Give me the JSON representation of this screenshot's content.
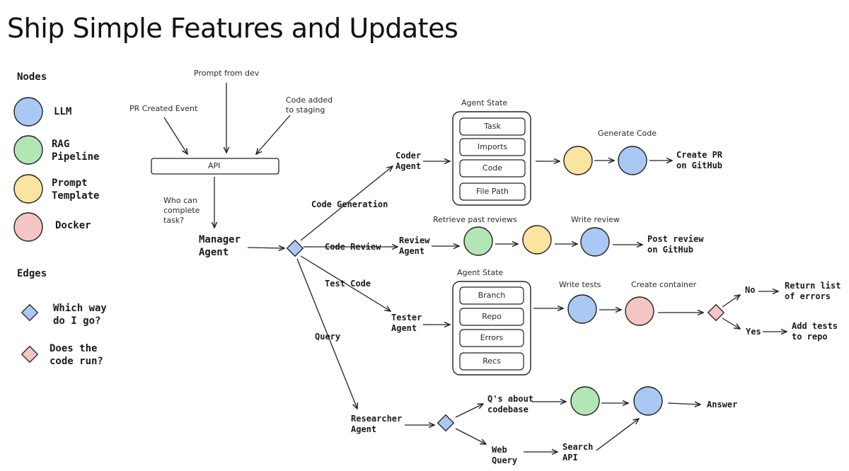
{
  "title": "Ship Simple Features and Updates",
  "colors": {
    "llm": "#a9c8f3",
    "rag": "#b3e6b5",
    "prompt": "#fbe3a0",
    "docker": "#f5c5c4",
    "decision": "#a9c8f3",
    "code_run": "#f5c5c4",
    "stroke": "#222222"
  },
  "legend": {
    "nodes_heading": "Nodes",
    "nodes": [
      {
        "label": "LLM",
        "type": "llm"
      },
      {
        "label": "RAG\nPipeline",
        "type": "rag"
      },
      {
        "label": "Prompt\nTemplate",
        "type": "prompt"
      },
      {
        "label": "Docker",
        "type": "docker"
      }
    ],
    "edges_heading": "Edges",
    "edges": [
      {
        "label": "Which way\ndo I go?",
        "type": "decision"
      },
      {
        "label": "Does the\ncode run?",
        "type": "code_run"
      }
    ]
  },
  "inputs": {
    "pr_created": "PR Created Event",
    "prompt_from_dev": "Prompt from dev",
    "code_added": "Code added\nto staging",
    "api": "API",
    "who_can": "Who can\ncomplete\ntask?"
  },
  "manager": "Manager\nAgent",
  "routes": {
    "code_generation": "Code Generation",
    "code_review": "Code Review",
    "test_code": "Test Code",
    "query": "Query"
  },
  "coder": {
    "agent": "Coder\nAgent",
    "state_title": "Agent State",
    "state_items": [
      "Task",
      "Imports",
      "Code",
      "File Path"
    ],
    "step_label": "Generate Code",
    "output": "Create PR\non GitHub"
  },
  "review": {
    "agent": "Review\nAgent",
    "retrieve_label": "Retrieve past reviews",
    "write_label": "Write review",
    "output": "Post review\non GitHub"
  },
  "tester": {
    "agent": "Tester\nAgent",
    "state_title": "Agent State",
    "state_items": [
      "Branch",
      "Repo",
      "Errors",
      "Recs"
    ],
    "write_tests": "Write tests",
    "create_container": "Create container",
    "no": "No",
    "yes": "Yes",
    "no_output": "Return list\nof errors",
    "yes_output": "Add tests\nto repo"
  },
  "researcher": {
    "agent": "Researcher\nAgent",
    "codebase_q": "Q's about\ncodebase",
    "web_query": "Web\nQuery",
    "search_api": "Search\nAPI",
    "answer": "Answer"
  }
}
